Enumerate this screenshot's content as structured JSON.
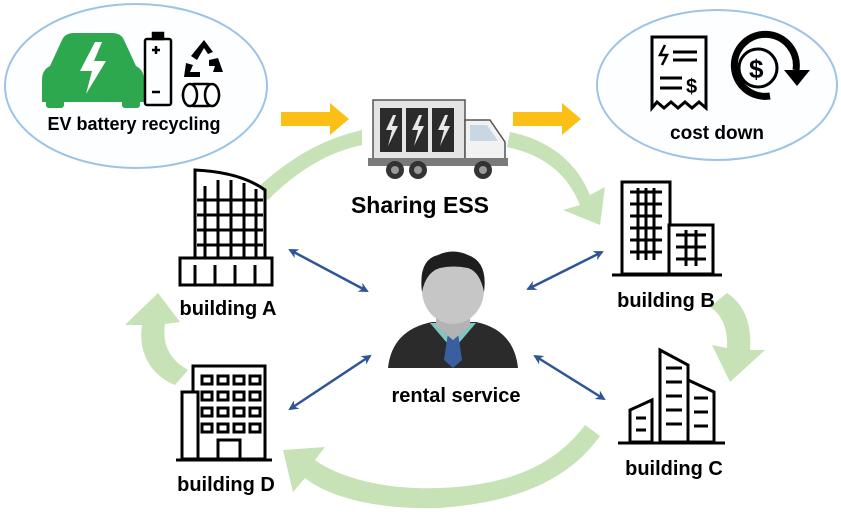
{
  "ev_recycling": {
    "label": "EV battery recycling"
  },
  "cost_down": {
    "label": "cost down"
  },
  "sharing_ess": {
    "label": "Sharing ESS"
  },
  "buildings": {
    "a": {
      "label": "building A"
    },
    "b": {
      "label": "building B"
    },
    "c": {
      "label": "building C"
    },
    "d": {
      "label": "building D"
    }
  },
  "rental_service": {
    "label": "rental service"
  },
  "icons": [
    "ev-car-icon",
    "battery-icon",
    "recycle-icon",
    "bill-icon",
    "dollar-down-icon",
    "ess-truck-icon",
    "person-icon",
    "building-icon"
  ],
  "colors": {
    "ev_green": "#2ea84f",
    "flow_arrow": "#fbbf16",
    "cycle_arrow": "#c7e2b6",
    "link_arrow": "#2f5597",
    "bubble_border": "#9dc3e6",
    "bubble_fill": "#fdfeff"
  }
}
